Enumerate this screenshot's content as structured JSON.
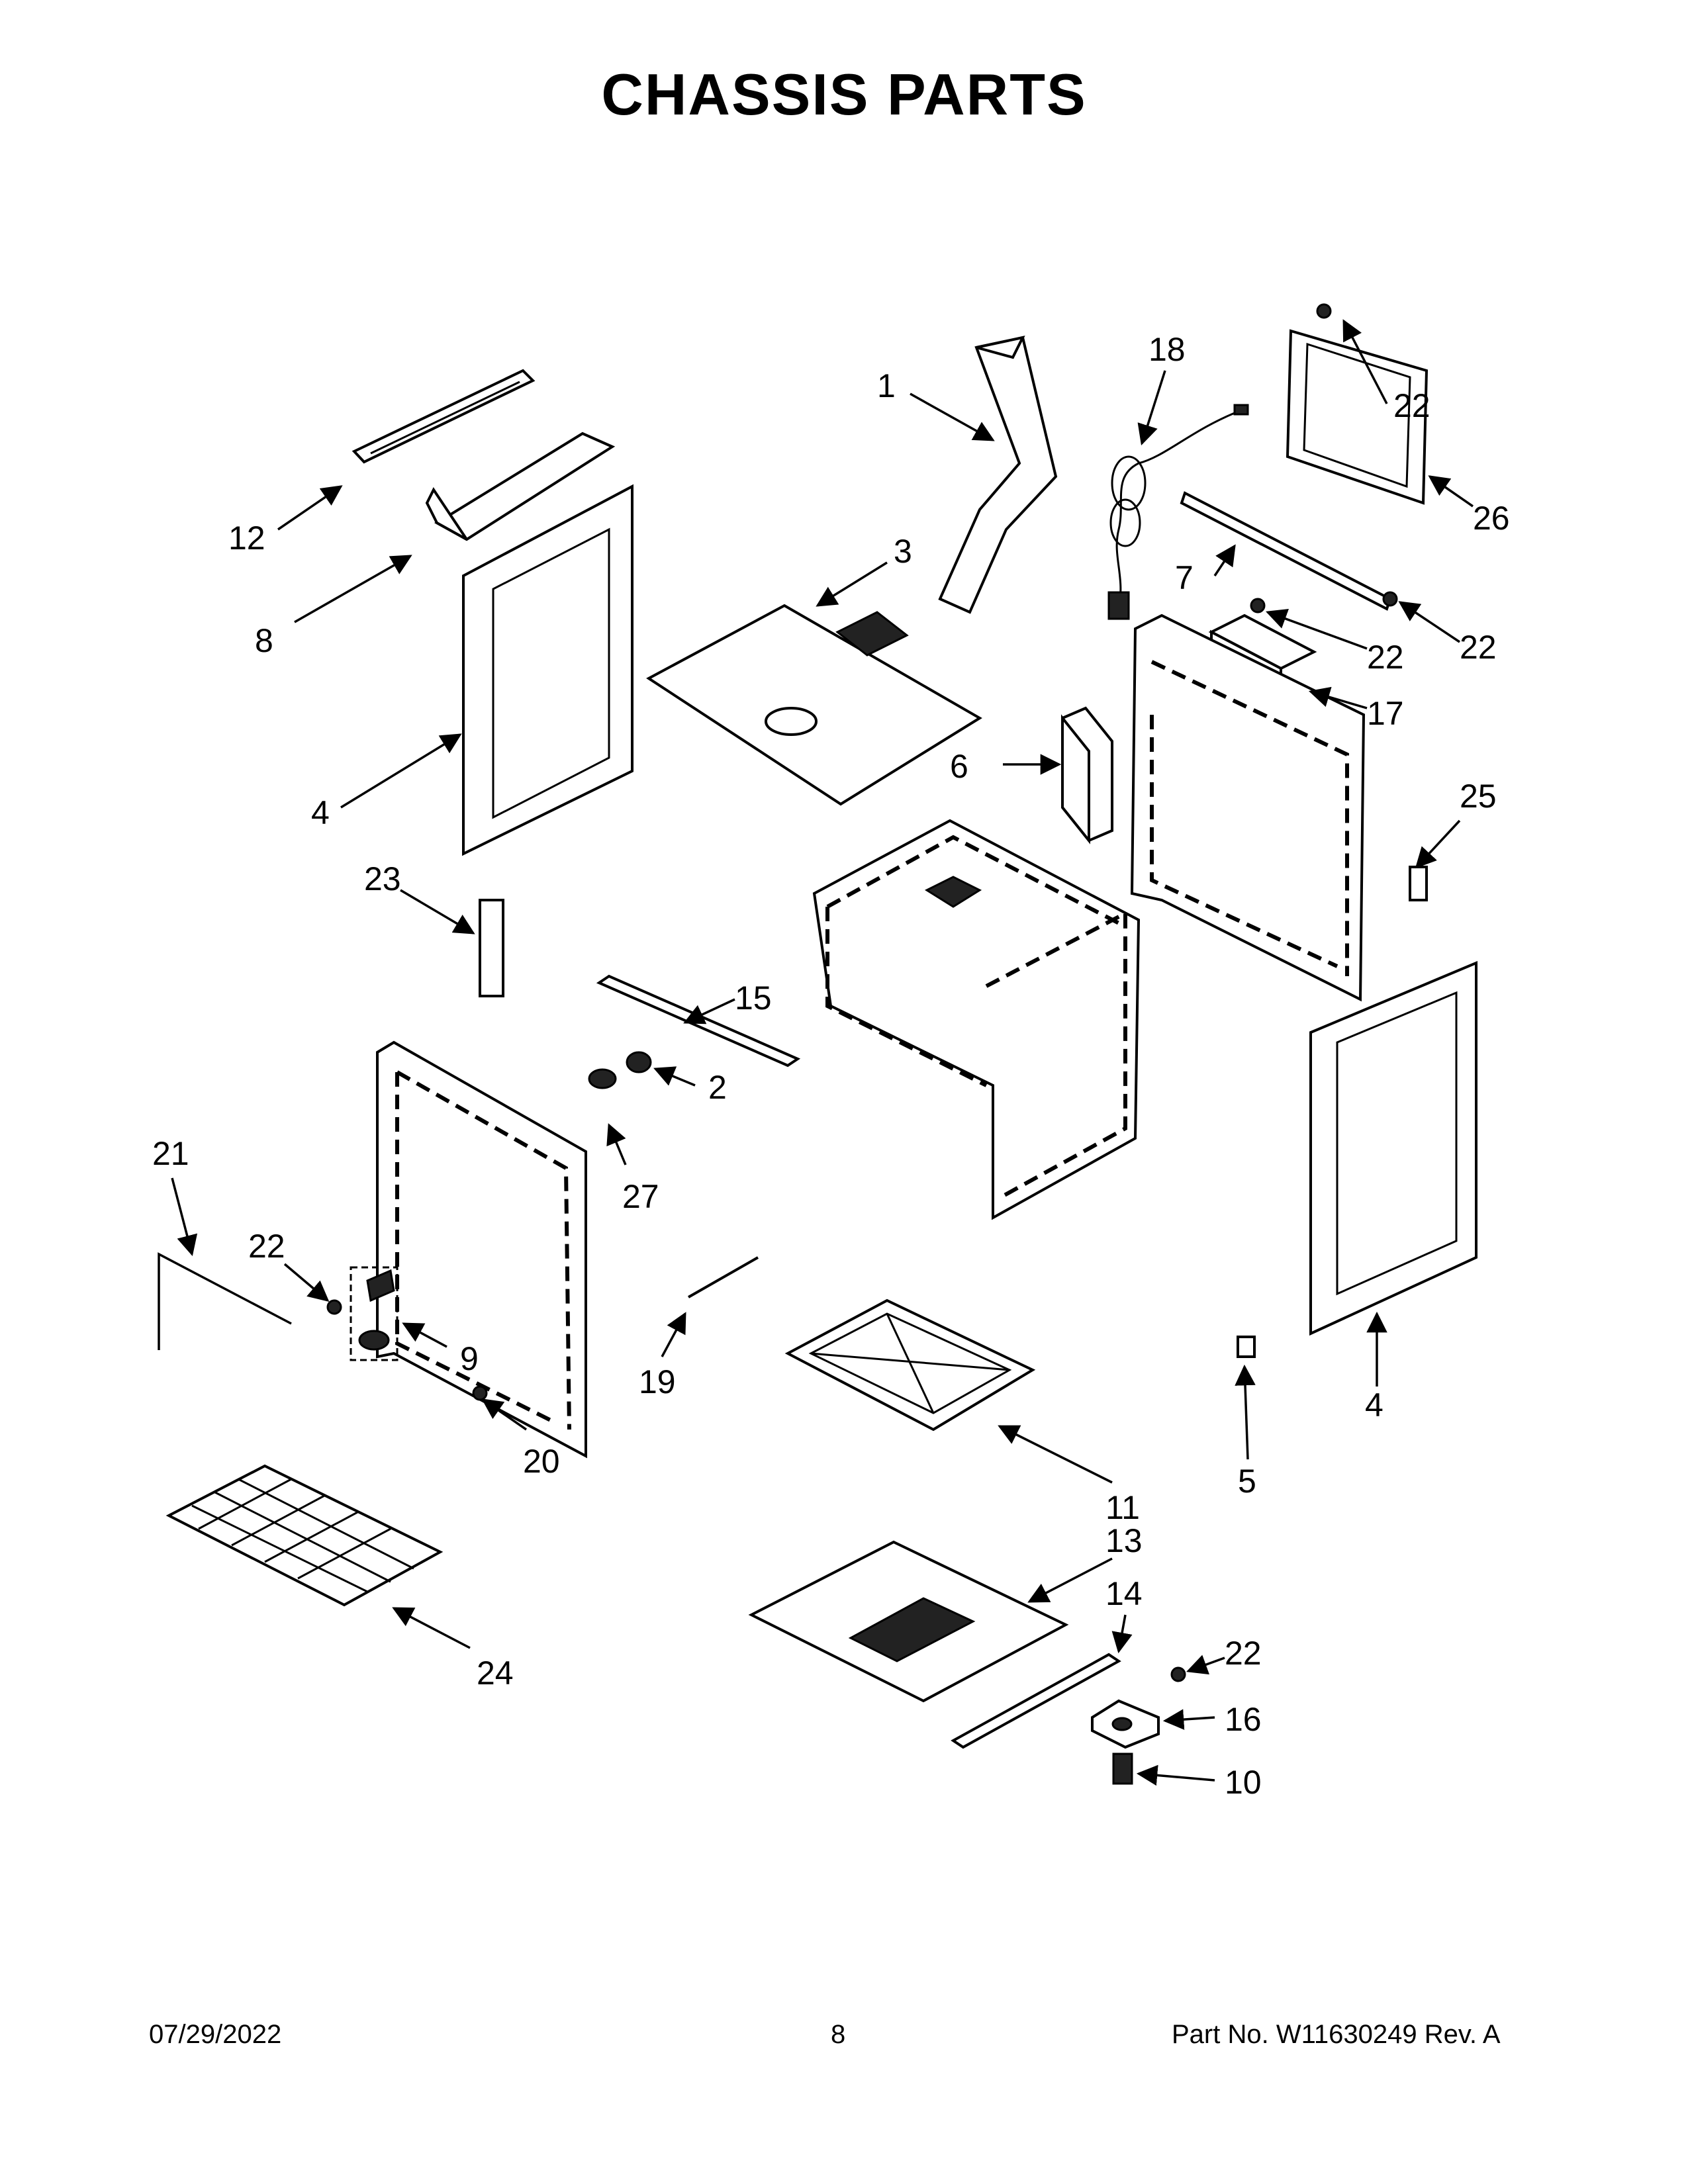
{
  "page": {
    "title": "CHASSIS PARTS",
    "footer": {
      "date": "07/29/2022",
      "page_number": "8",
      "part_info": "Part No.  W11630249  Rev.  A"
    }
  },
  "diagram": {
    "callouts": [
      "1",
      "2",
      "3",
      "4",
      "4",
      "5",
      "6",
      "7",
      "8",
      "9",
      "10",
      "11",
      "12",
      "13",
      "14",
      "15",
      "16",
      "17",
      "18",
      "19",
      "20",
      "21",
      "22",
      "22",
      "22",
      "22",
      "22",
      "23",
      "24",
      "25",
      "26",
      "27"
    ]
  }
}
